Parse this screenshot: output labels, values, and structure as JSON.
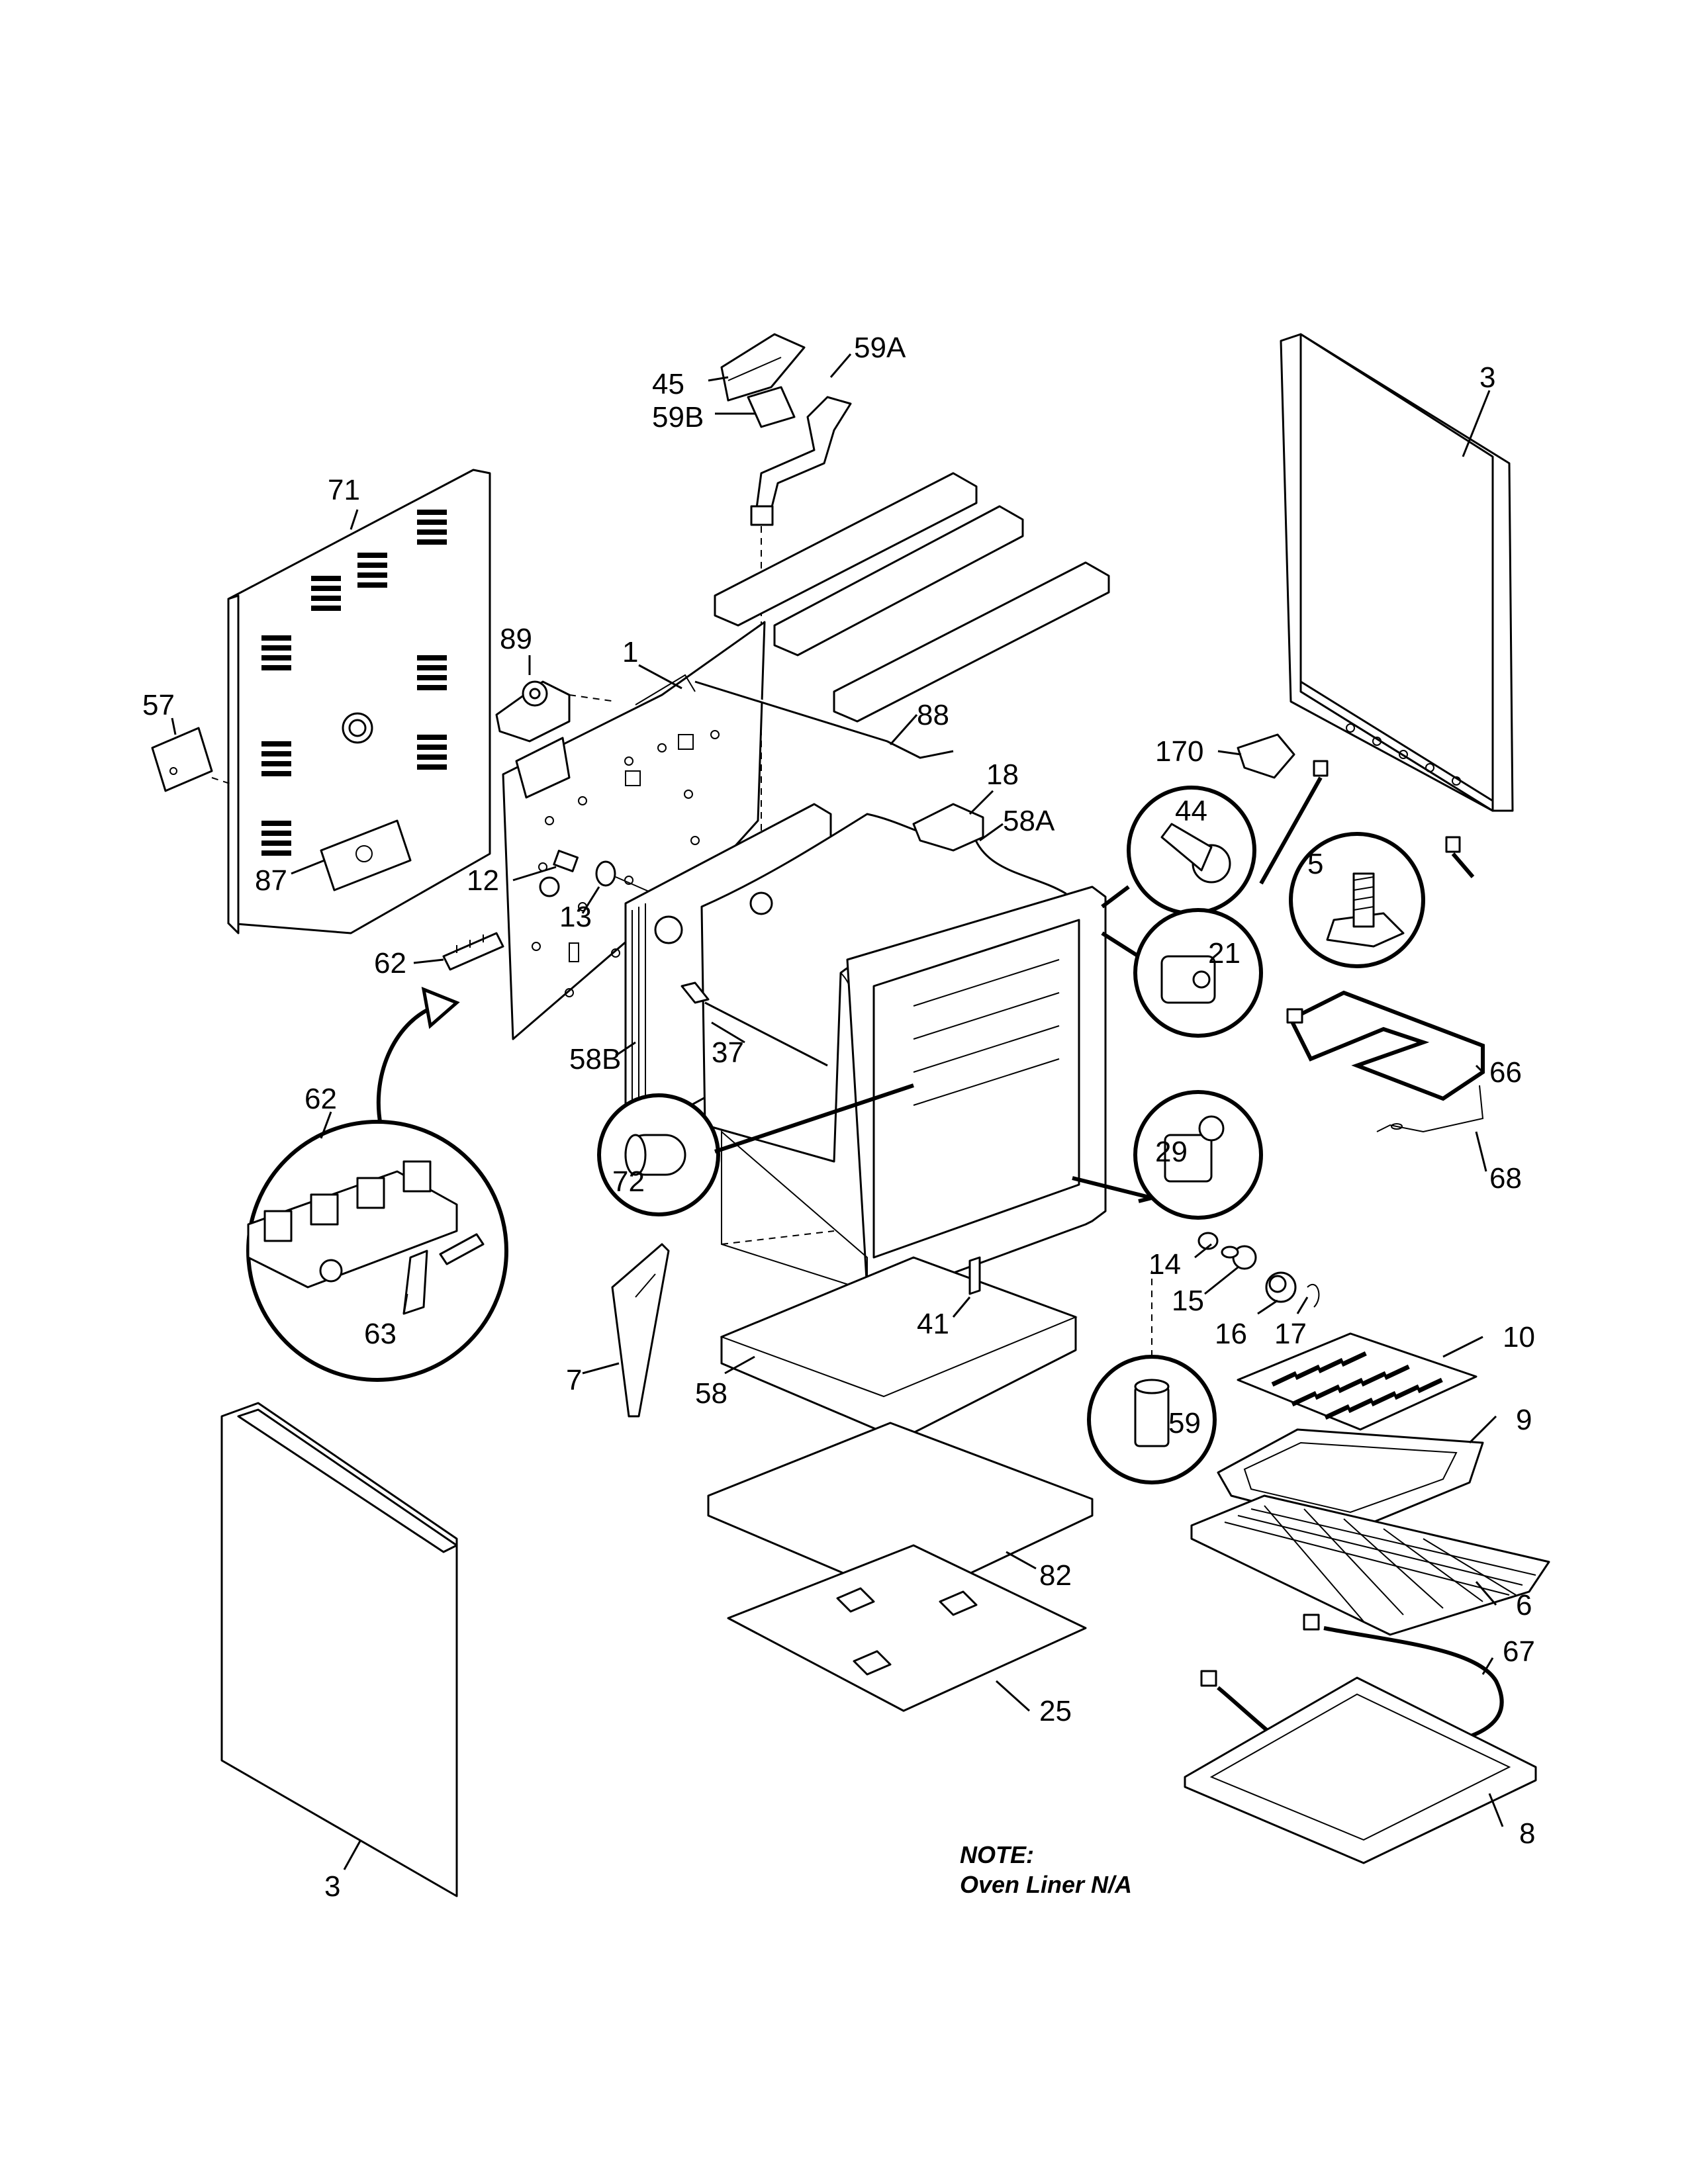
{
  "diagram": {
    "labels": {
      "p1": "1",
      "p3_right": "3",
      "p3_left": "3",
      "p5": "5",
      "p6": "6",
      "p7": "7",
      "p8": "8",
      "p9": "9",
      "p10": "10",
      "p12": "12",
      "p13": "13",
      "p14": "14",
      "p15": "15",
      "p16": "16",
      "p17": "17",
      "p18": "18",
      "p21": "21",
      "p25": "25",
      "p29": "29",
      "p37": "37",
      "p41": "41",
      "p44": "44",
      "p45": "45",
      "p57": "57",
      "p58": "58",
      "p58a": "58A",
      "p58b": "58B",
      "p59": "59",
      "p59a": "59A",
      "p59b": "59B",
      "p62_top": "62",
      "p62_callout": "62",
      "p63": "63",
      "p66": "66",
      "p67": "67",
      "p68": "68",
      "p71": "71",
      "p72": "72",
      "p82": "82",
      "p87": "87",
      "p88": "88",
      "p89": "89",
      "p170": "170"
    },
    "note": {
      "title": "NOTE:",
      "text": "Oven Liner N/A"
    }
  }
}
